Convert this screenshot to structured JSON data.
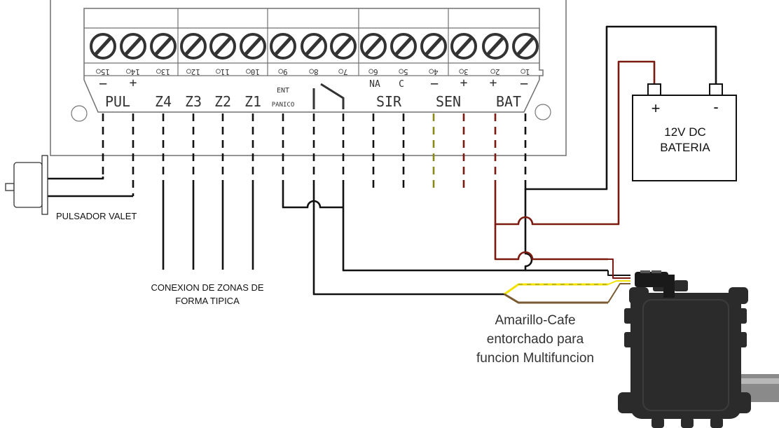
{
  "terminal_block": {
    "terminal_numbers": [
      "15",
      "14",
      "13",
      "12",
      "11",
      "10",
      "9",
      "8",
      "7",
      "6",
      "5",
      "4",
      "3",
      "2",
      "1"
    ],
    "labels": {
      "pul": "PUL",
      "pul_minus": "−",
      "pul_plus": "+",
      "z4": "Z4",
      "z3": "Z3",
      "z2": "Z2",
      "z1": "Z1",
      "ent": "ENT",
      "panico": "PANICO",
      "sir": "SIR",
      "na": "NA",
      "c": "C",
      "sen": "SEN",
      "sen_minus": "−",
      "sen_plus": "+",
      "bat": "BAT",
      "bat_plus": "+",
      "bat_minus": "−"
    }
  },
  "battery": {
    "plus": "+",
    "minus": "-",
    "line1": "12V DC",
    "line2": "BATERIA"
  },
  "labels": {
    "pulsador": "PULSADOR VALET",
    "zonas_line1": "CONEXION DE ZONAS DE",
    "zonas_line2": "FORMA TIPICA",
    "module_line1": "Amarillo-Cafe",
    "module_line2": "entorchado para",
    "module_line3": "funcion Multifuncion"
  },
  "colors": {
    "wire_black": "#111111",
    "wire_red": "#7a1a10",
    "wire_yellow": "#8a8a1a",
    "wire_yellow_bright": "#f2e200",
    "wire_brown": "#7a5a30",
    "module_body": "#2b2b2b"
  }
}
